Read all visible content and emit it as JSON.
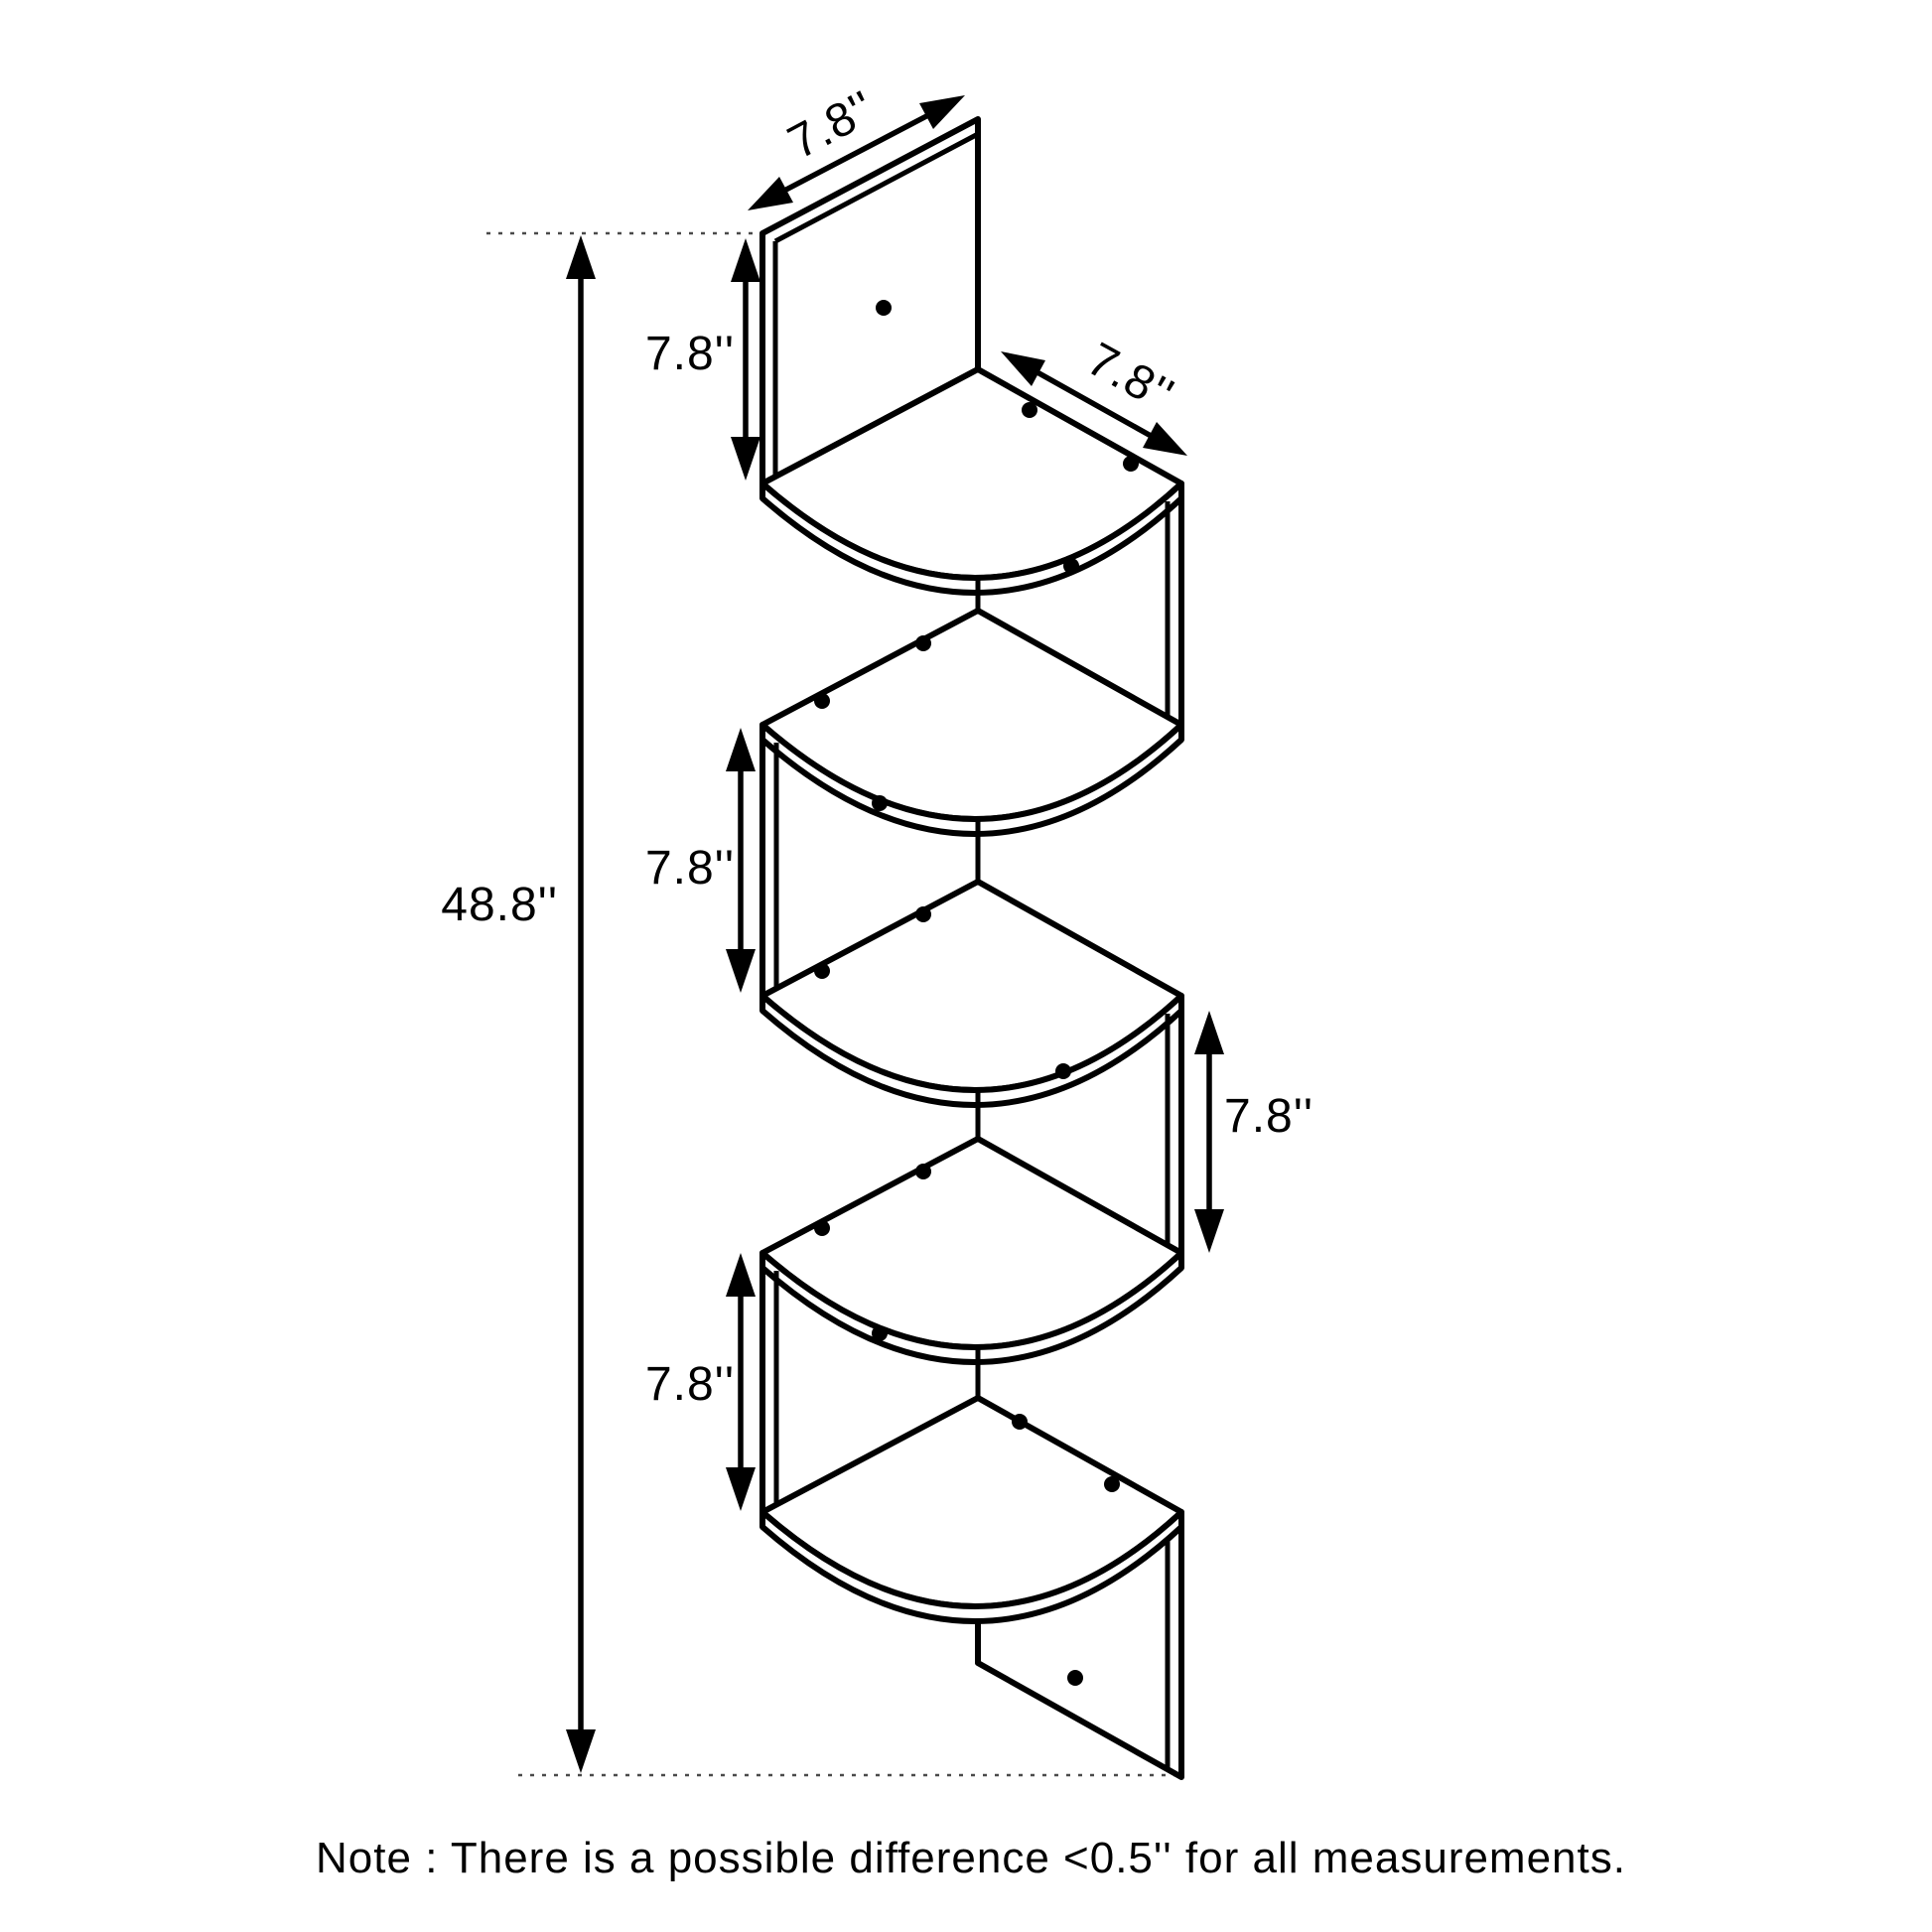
{
  "colors": {
    "line": "#000000",
    "extension_line": "#4a4a4a",
    "background": "#ffffff"
  },
  "figure": {
    "overall_height_label": "48.8''",
    "dims": {
      "top_edge": "7.8''",
      "panel_height": "7.8''",
      "shelf_depth": "7.8''",
      "tier2_height": "7.8''",
      "tier3_height": "7.8''",
      "tier4_height": "7.8''"
    },
    "note": "Note : There is a possible difference <0.5'' for all measurements."
  }
}
